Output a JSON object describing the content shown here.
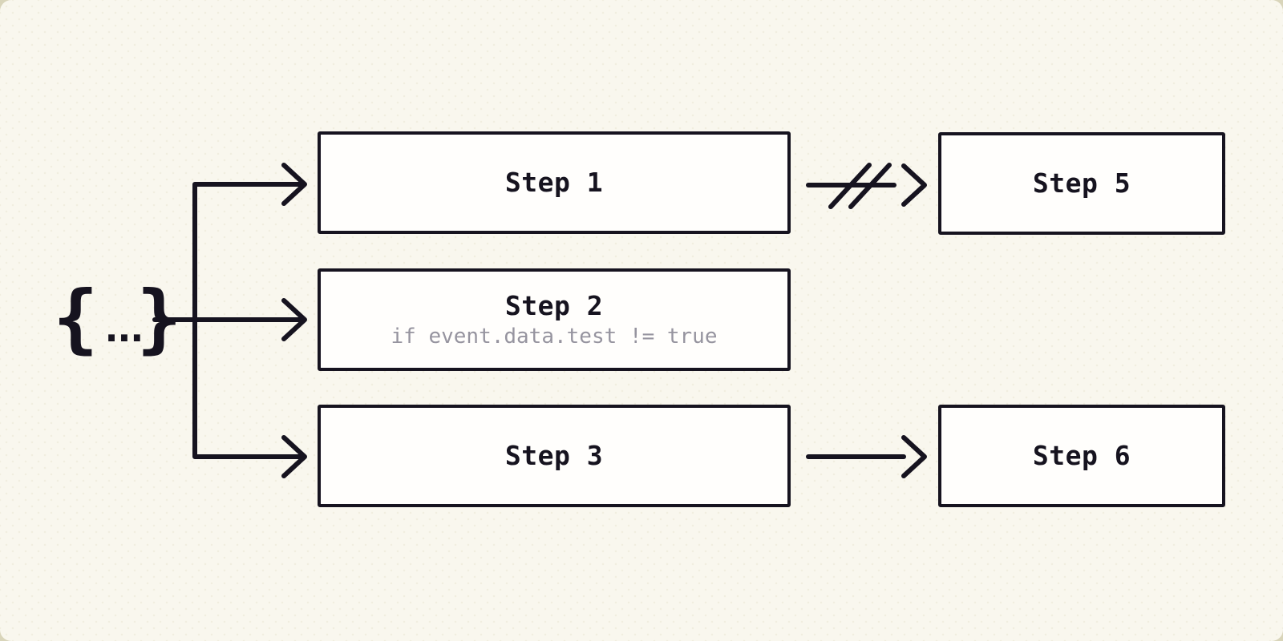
{
  "diagram": {
    "trigger": {
      "parts": {
        "open": "{",
        "dots": "...",
        "close": "}"
      }
    },
    "nodes": [
      {
        "id": "step-1",
        "label": "Step 1"
      },
      {
        "id": "step-2",
        "label": "Step 2",
        "condition": "if event.data.test != true"
      },
      {
        "id": "step-3",
        "label": "Step 3"
      },
      {
        "id": "step-5",
        "label": "Step 5"
      },
      {
        "id": "step-6",
        "label": "Step 6"
      }
    ],
    "edges": [
      {
        "from": "trigger",
        "to": "step-1",
        "style": "arrow"
      },
      {
        "from": "trigger",
        "to": "step-2",
        "style": "arrow"
      },
      {
        "from": "trigger",
        "to": "step-3",
        "style": "arrow"
      },
      {
        "from": "step-1",
        "to": "step-5",
        "style": "arrow-cancelled"
      },
      {
        "from": "step-3",
        "to": "step-6",
        "style": "arrow"
      }
    ]
  },
  "colors": {
    "page_background": "#d9d5ba",
    "canvas_background": "#f9f7ee",
    "node_fill": "#fffefc",
    "stroke": "#16131f",
    "muted_text": "#96949f"
  }
}
